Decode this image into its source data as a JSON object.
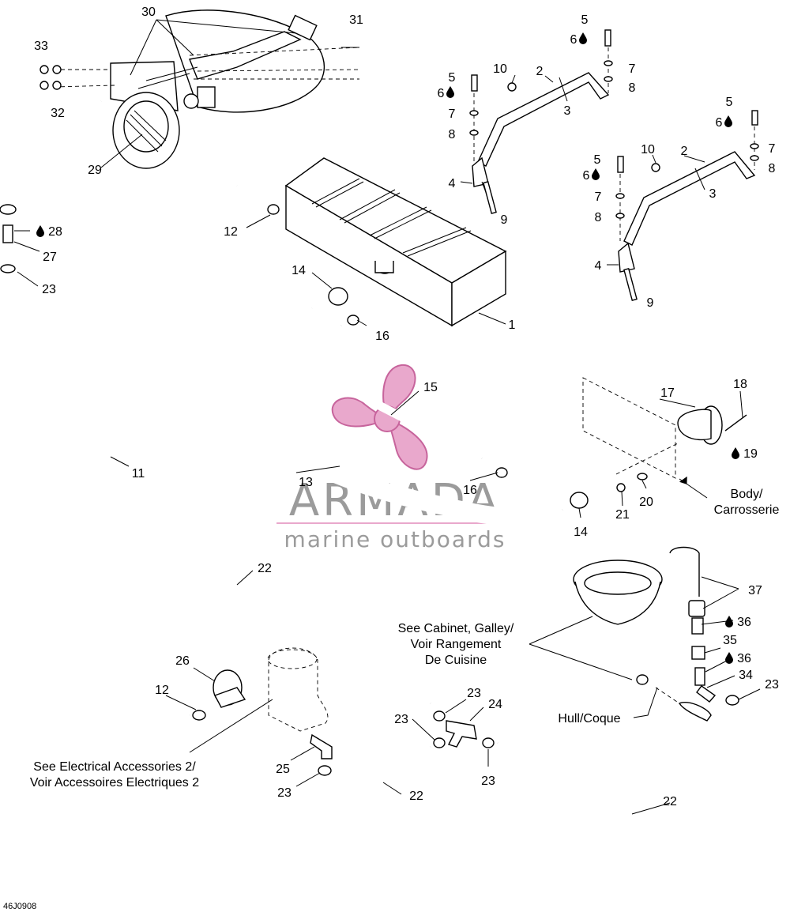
{
  "drawing_code": "46J0908",
  "callouts": [
    {
      "id": "c1",
      "text": "1"
    },
    {
      "id": "c2a",
      "text": "2"
    },
    {
      "id": "c2b",
      "text": "2"
    },
    {
      "id": "c3a",
      "text": "3"
    },
    {
      "id": "c3b",
      "text": "3"
    },
    {
      "id": "c4a",
      "text": "4"
    },
    {
      "id": "c4b",
      "text": "4"
    },
    {
      "id": "c5a",
      "text": "5"
    },
    {
      "id": "c5b",
      "text": "5"
    },
    {
      "id": "c5c",
      "text": "5"
    },
    {
      "id": "c5d",
      "text": "5"
    },
    {
      "id": "c6a",
      "text": "6"
    },
    {
      "id": "c6b",
      "text": "6"
    },
    {
      "id": "c6c",
      "text": "6"
    },
    {
      "id": "c6d",
      "text": "6"
    },
    {
      "id": "c7a",
      "text": "7"
    },
    {
      "id": "c7b",
      "text": "7"
    },
    {
      "id": "c7c",
      "text": "7"
    },
    {
      "id": "c7d",
      "text": "7"
    },
    {
      "id": "c8a",
      "text": "8"
    },
    {
      "id": "c8b",
      "text": "8"
    },
    {
      "id": "c8c",
      "text": "8"
    },
    {
      "id": "c8d",
      "text": "8"
    },
    {
      "id": "c9a",
      "text": "9"
    },
    {
      "id": "c9b",
      "text": "9"
    },
    {
      "id": "c10a",
      "text": "10"
    },
    {
      "id": "c10b",
      "text": "10"
    },
    {
      "id": "c11",
      "text": "11"
    },
    {
      "id": "c12a",
      "text": "12"
    },
    {
      "id": "c12b",
      "text": "12"
    },
    {
      "id": "c13",
      "text": "13"
    },
    {
      "id": "c14a",
      "text": "14"
    },
    {
      "id": "c14b",
      "text": "14"
    },
    {
      "id": "c15",
      "text": "15"
    },
    {
      "id": "c16a",
      "text": "16"
    },
    {
      "id": "c16b",
      "text": "16"
    },
    {
      "id": "c17",
      "text": "17"
    },
    {
      "id": "c18",
      "text": "18"
    },
    {
      "id": "c19",
      "text": "19"
    },
    {
      "id": "c20",
      "text": "20"
    },
    {
      "id": "c21",
      "text": "21"
    },
    {
      "id": "c22a",
      "text": "22"
    },
    {
      "id": "c22b",
      "text": "22"
    },
    {
      "id": "c22c",
      "text": "22"
    },
    {
      "id": "c23a",
      "text": "23"
    },
    {
      "id": "c23b",
      "text": "23"
    },
    {
      "id": "c23c",
      "text": "23"
    },
    {
      "id": "c23d",
      "text": "23"
    },
    {
      "id": "c23e",
      "text": "23"
    },
    {
      "id": "c23f",
      "text": "23"
    },
    {
      "id": "c24",
      "text": "24"
    },
    {
      "id": "c25",
      "text": "25"
    },
    {
      "id": "c26",
      "text": "26"
    },
    {
      "id": "c27",
      "text": "27"
    },
    {
      "id": "c28",
      "text": "28"
    },
    {
      "id": "c29",
      "text": "29"
    },
    {
      "id": "c30",
      "text": "30"
    },
    {
      "id": "c31",
      "text": "31"
    },
    {
      "id": "c32",
      "text": "32"
    },
    {
      "id": "c33",
      "text": "33"
    },
    {
      "id": "c34",
      "text": "34"
    },
    {
      "id": "c35",
      "text": "35"
    },
    {
      "id": "c36a",
      "text": "36"
    },
    {
      "id": "c36b",
      "text": "36"
    },
    {
      "id": "c37",
      "text": "37"
    }
  ],
  "notes": {
    "body": [
      "Body/",
      "Carrosserie"
    ],
    "cabinet": [
      "See Cabinet, Galley/",
      "Voir Rangement",
      "De Cuisine"
    ],
    "hull": "Hull/Coque",
    "electrical": [
      "See Electrical Accessories 2/",
      "Voir Accessoires Electriques 2"
    ]
  },
  "watermark": {
    "brand": "ARMADA",
    "tagline": "marine outboards"
  },
  "colors": {
    "ink": "#000000",
    "watermark_pink": "#e9a8cc",
    "watermark_gray": "#9b9b9b"
  }
}
